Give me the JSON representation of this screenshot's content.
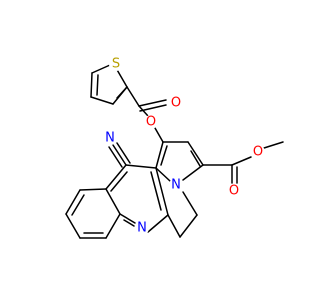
{
  "colors": {
    "bond": "#000000",
    "carbon_nitrogen": "#0000ff",
    "nitrogen": "#0000ff",
    "oxygen": "#ff0000",
    "sulfur": "#b8a000"
  },
  "atom_labels": {
    "thiophene_s": "S",
    "ester_o_carbonyl": "O",
    "ester_o_ether": "O",
    "nitrile_n": "N",
    "pyrrole_n": "N",
    "acid_o_carbonyl": "O",
    "acid_o_ether": "O",
    "quinoline_n": "N"
  }
}
